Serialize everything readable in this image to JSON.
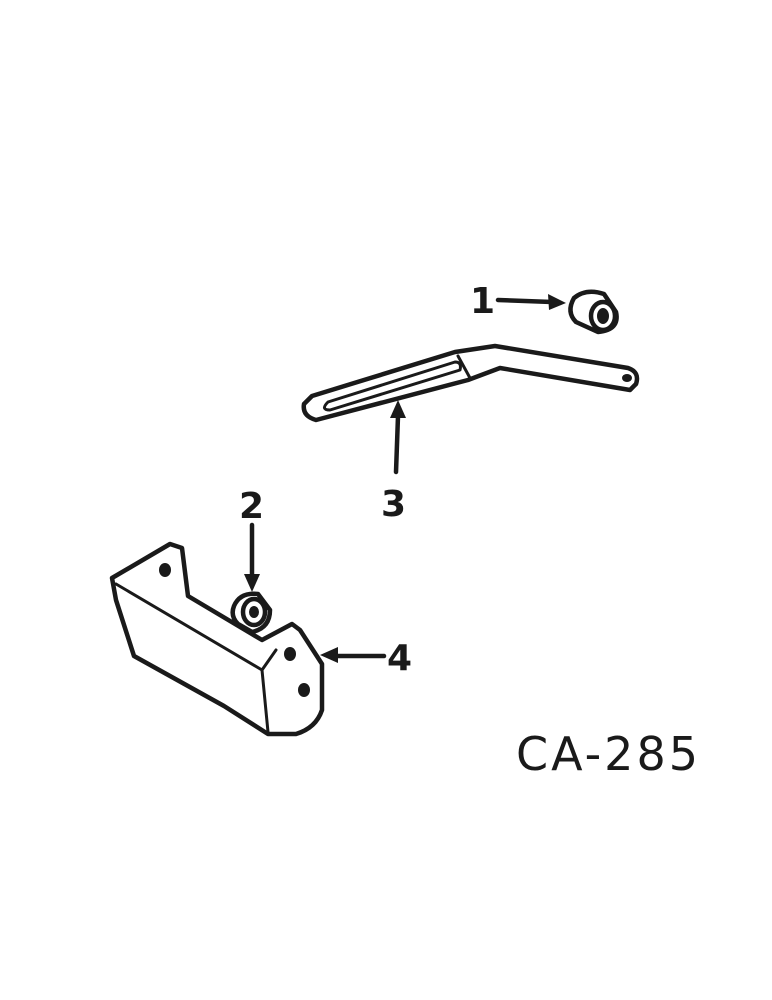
{
  "diagram": {
    "code": "CA-285",
    "callouts": [
      {
        "id": "1",
        "label": "1"
      },
      {
        "id": "2",
        "label": "2"
      },
      {
        "id": "3",
        "label": "3"
      },
      {
        "id": "4",
        "label": "4"
      }
    ]
  }
}
